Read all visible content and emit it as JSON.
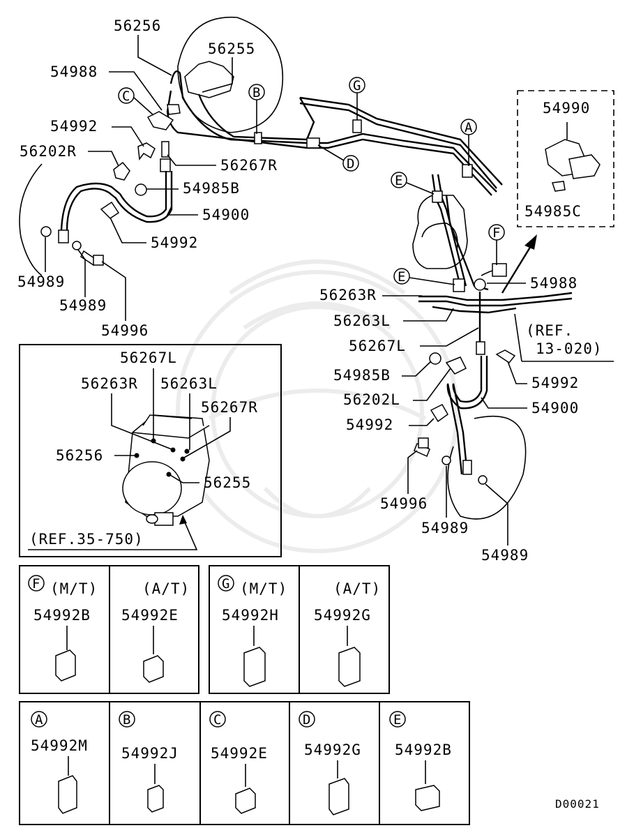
{
  "diagram_code": "D00021",
  "references": {
    "ref_13_020": [
      "(REF.",
      "13-020)"
    ],
    "ref_35_750": "(REF.35-750)"
  },
  "callouts": {
    "p56256": "56256",
    "p56255": "56255",
    "p54988_top": "54988",
    "p54992_top": "54992",
    "p56202R": "56202R",
    "p56267R_top": "56267R",
    "p54985B_top": "54985B",
    "p54900_top": "54900",
    "p54992_mid": "54992",
    "p54989_a": "54989",
    "p54989_b": "54989",
    "p54996_top": "54996",
    "p54990": "54990",
    "p54985C": "54985C",
    "p54988_right": "54988",
    "p56263R_right": "56263R",
    "p56263L_right": "56263L",
    "p56267L_right": "56267L",
    "p54985B_right": "54985B",
    "p56202L": "56202L",
    "p54992_right": "54992",
    "p54992_right2": "54992",
    "p54900_right": "54900",
    "p54996_right": "54996",
    "p54989_c": "54989",
    "p54989_d": "54989"
  },
  "letters": {
    "A": "A",
    "B": "B",
    "C": "C",
    "D": "D",
    "E": "E",
    "F": "F",
    "G": "G"
  },
  "inset_hcu": {
    "p56267L": "56267L",
    "p56263R": "56263R",
    "p56263L": "56263L",
    "p56267R": "56267R",
    "p56256": "56256",
    "p56255": "56255"
  },
  "clip_table_F": {
    "letter": "F",
    "mt_label": "(M/T)",
    "at_label": "(A/T)",
    "mt_part": "54992B",
    "at_part": "54992E"
  },
  "clip_table_G": {
    "letter": "G",
    "mt_label": "(M/T)",
    "at_label": "(A/T)",
    "mt_part": "54992H",
    "at_part": "54992G"
  },
  "clip_table_bottom": [
    {
      "letter": "A",
      "part": "54992M"
    },
    {
      "letter": "B",
      "part": "54992J"
    },
    {
      "letter": "C",
      "part": "54992E"
    },
    {
      "letter": "D",
      "part": "54992G"
    },
    {
      "letter": "E",
      "part": "54992B"
    }
  ]
}
